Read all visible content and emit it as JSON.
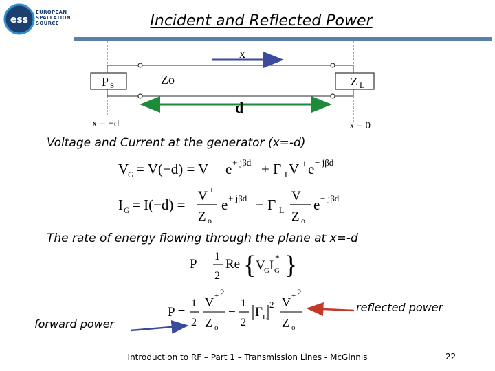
{
  "title": "Incident and Reflected Power",
  "logo": {
    "short": "ess",
    "lines": [
      "EUROPEAN",
      "SPALLATION",
      "SOURCE"
    ],
    "brand_color": "#1c3f6e",
    "accent_color": "#2f8fd0"
  },
  "rule_color": "#5a7fa8",
  "diagram": {
    "x_label": "x",
    "zo_label": "Zo",
    "d_label": "d",
    "ps_label": "P",
    "ps_sub": "S",
    "zl_label": "Z",
    "zl_sub": "L",
    "x_minus_d": "x = −d",
    "x_zero": "x = 0",
    "arrow_color": "#3a4a9c",
    "d_arrow_color": "#1e8a3a"
  },
  "section1": "Voltage and Current at the generator (x=-d)",
  "section2": "The rate of energy flowing through the plane at  x=-d",
  "equations": {
    "vg": {
      "lhs": "V",
      "lhs_sub": "G",
      "mid": " = V(−d) = V",
      "t1_exp": "+ jβd",
      "plus": " + Γ",
      "gl_sub": "L",
      "v2": " V",
      "e2": "e",
      "t2_exp": "− jβd",
      "sup_plus": "+",
      "e": "e"
    },
    "ig": {
      "lhs": "I",
      "lhs_sub": "G",
      "mid": " = I(−d) = ",
      "num": "V",
      "sup_plus": "+",
      "den": "Z",
      "den_sub": "o",
      "e": "e",
      "exp1": "+ jβd",
      "minus": " − Γ",
      "gl_sub": "L",
      "exp2": "− jβd"
    },
    "p1": {
      "lhs": "P = ",
      "one": "1",
      "two": "2",
      "re": "Re",
      "vg": "V",
      "vg_sub": "G",
      "ig": "I",
      "ig_sub": "G",
      "star": "*"
    },
    "p2": {
      "lhs": "P = ",
      "one": "1",
      "two": "2",
      "v": "V",
      "sup": "+",
      "exp": "2",
      "z": "Z",
      "z_sub": "o",
      "minus": "−",
      "gamma": "Γ",
      "gl_sub": "L"
    }
  },
  "annotations": {
    "forward": "forward power",
    "reflected": "reflected power",
    "forward_arrow_color": "#3a4a9c",
    "reflected_arrow_color": "#c0392b"
  },
  "footer": "Introduction to RF – Part 1 – Transmission Lines - McGinnis",
  "page_number": "22"
}
